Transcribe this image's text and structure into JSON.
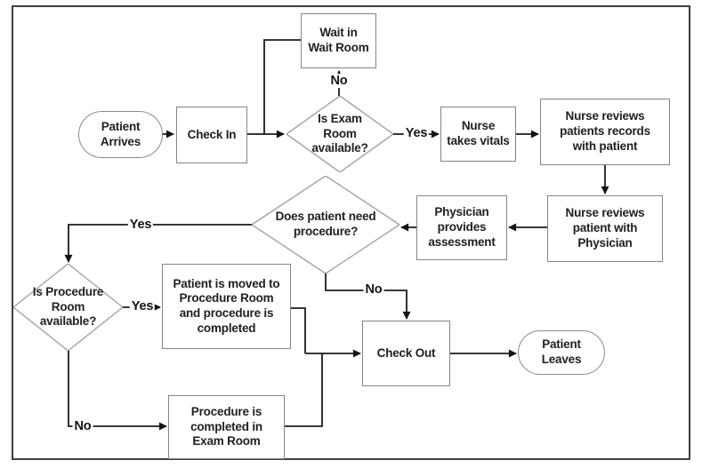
{
  "nodes": {
    "patient_arrives": "Patient\nArrives",
    "check_in": "Check In",
    "wait_room": "Wait in\nWait Room",
    "exam_available": "Is Exam\nRoom\navailable?",
    "nurse_vitals": "Nurse\ntakes vitals",
    "nurse_records": "Nurse reviews\npatients records\nwith patient",
    "nurse_physician": "Nurse reviews\npatient with\nPhysician",
    "physician_assessment": "Physician\nprovides\nassessment",
    "need_procedure": "Does patient need\nprocedure?",
    "procedure_room": "Is Procedure\nRoom\navailable?",
    "moved_procedure": "Patient is moved to\nProcedure Room\nand procedure is\ncompleted",
    "exam_procedure": "Procedure is\ncompleted in\nExam Room",
    "check_out": "Check Out",
    "patient_leaves": "Patient\nLeaves"
  },
  "edge_labels": {
    "exam_no": "No",
    "exam_yes": "Yes",
    "procedure_yes": "Yes",
    "room_yes": "Yes",
    "room_no": "No",
    "procedure_no": "No"
  },
  "colors": {
    "connector": "#1c1c1c",
    "box_border": "#858585",
    "diamond_border": "#a3a3a3",
    "frame_border": "#3e3e3e",
    "text": "#1f1f1f",
    "background": "#ffffff"
  }
}
